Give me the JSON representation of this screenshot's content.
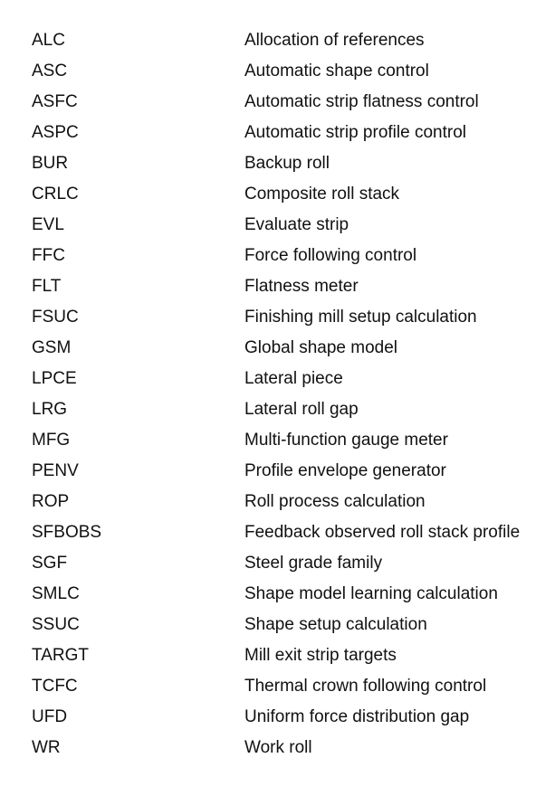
{
  "abbreviations": [
    {
      "code": "ALC",
      "description": "Allocation of references"
    },
    {
      "code": "ASC",
      "description": "Automatic shape control"
    },
    {
      "code": "ASFC",
      "description": "Automatic strip flatness control"
    },
    {
      "code": "ASPC",
      "description": "Automatic strip profile control"
    },
    {
      "code": "BUR",
      "description": "Backup roll"
    },
    {
      "code": "CRLC",
      "description": "Composite roll stack"
    },
    {
      "code": "EVL",
      "description": "Evaluate strip"
    },
    {
      "code": "FFC",
      "description": "Force following control"
    },
    {
      "code": "FLT",
      "description": "Flatness meter"
    },
    {
      "code": "FSUC",
      "description": "Finishing mill setup calculation"
    },
    {
      "code": "GSM",
      "description": "Global shape model"
    },
    {
      "code": "LPCE",
      "description": "Lateral piece"
    },
    {
      "code": "LRG",
      "description": "Lateral roll gap"
    },
    {
      "code": "MFG",
      "description": "Multi-function gauge meter"
    },
    {
      "code": "PENV",
      "description": "Profile envelope generator"
    },
    {
      "code": "ROP",
      "description": "Roll process calculation"
    },
    {
      "code": "SFBOBS",
      "description": "Feedback observed roll stack profile"
    },
    {
      "code": "SGF",
      "description": "Steel grade family"
    },
    {
      "code": "SMLC",
      "description": "Shape model learning calculation"
    },
    {
      "code": "SSUC",
      "description": "Shape setup calculation"
    },
    {
      "code": "TARGT",
      "description": "Mill exit strip targets"
    },
    {
      "code": "TCFC",
      "description": "Thermal crown following control"
    },
    {
      "code": "UFD",
      "description": "Uniform force distribution gap"
    },
    {
      "code": "WR",
      "description": "Work roll"
    }
  ]
}
